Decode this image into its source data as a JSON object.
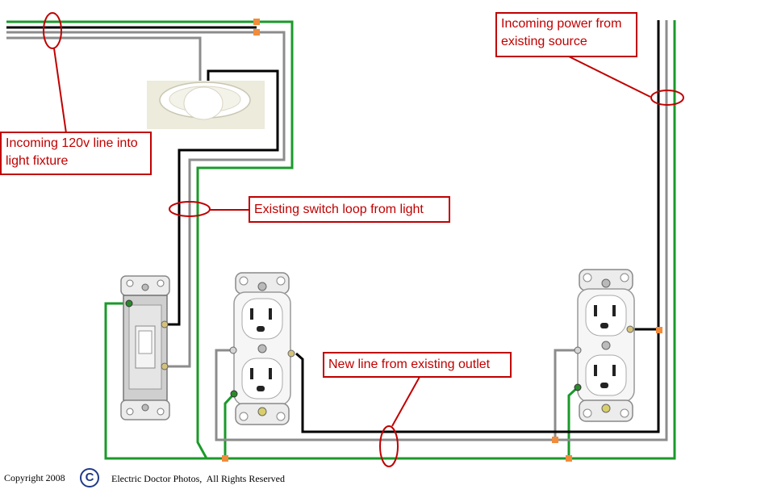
{
  "callouts": {
    "incoming_120v": "Incoming 120v line into light fixture",
    "switch_loop": "Existing switch loop from light",
    "new_line": "New line from existing outlet",
    "incoming_power": "Incoming power from existing source"
  },
  "footer": {
    "copyright": "Copyright 2008",
    "copyright_symbol": "C",
    "credit": "Electric Doctor Photos,  All Rights Reserved"
  },
  "colors": {
    "hot": "#000000",
    "neutral": "#8c8c8c",
    "ground": "#1a9a2a",
    "splice": "#f08c3c",
    "callout": "#c00000"
  }
}
